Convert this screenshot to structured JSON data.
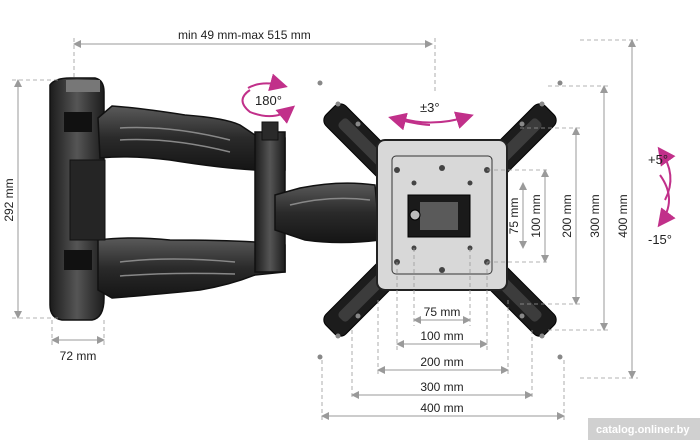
{
  "dimensions": {
    "arm_extension": "min 49 mm-max 515 mm",
    "height": "292 mm",
    "plate_width": "72 mm",
    "vert_75": "75 mm",
    "vert_100": "100 mm",
    "vert_200": "200 mm",
    "vert_300": "300 mm",
    "vert_400": "400 mm",
    "horiz_75": "75 mm",
    "horiz_100": "100 mm",
    "horiz_200": "200 mm",
    "horiz_300": "300 mm",
    "horiz_400": "400 mm"
  },
  "motion": {
    "rotation": "180°",
    "swivel": "±3°",
    "tilt_up": "+5°",
    "tilt_down": "-15°"
  },
  "watermark": "catalog.onliner.by",
  "colors": {
    "accent": "#c1308a",
    "mount": "#2b2b2b",
    "dimension_line": "#9a9a9a"
  }
}
